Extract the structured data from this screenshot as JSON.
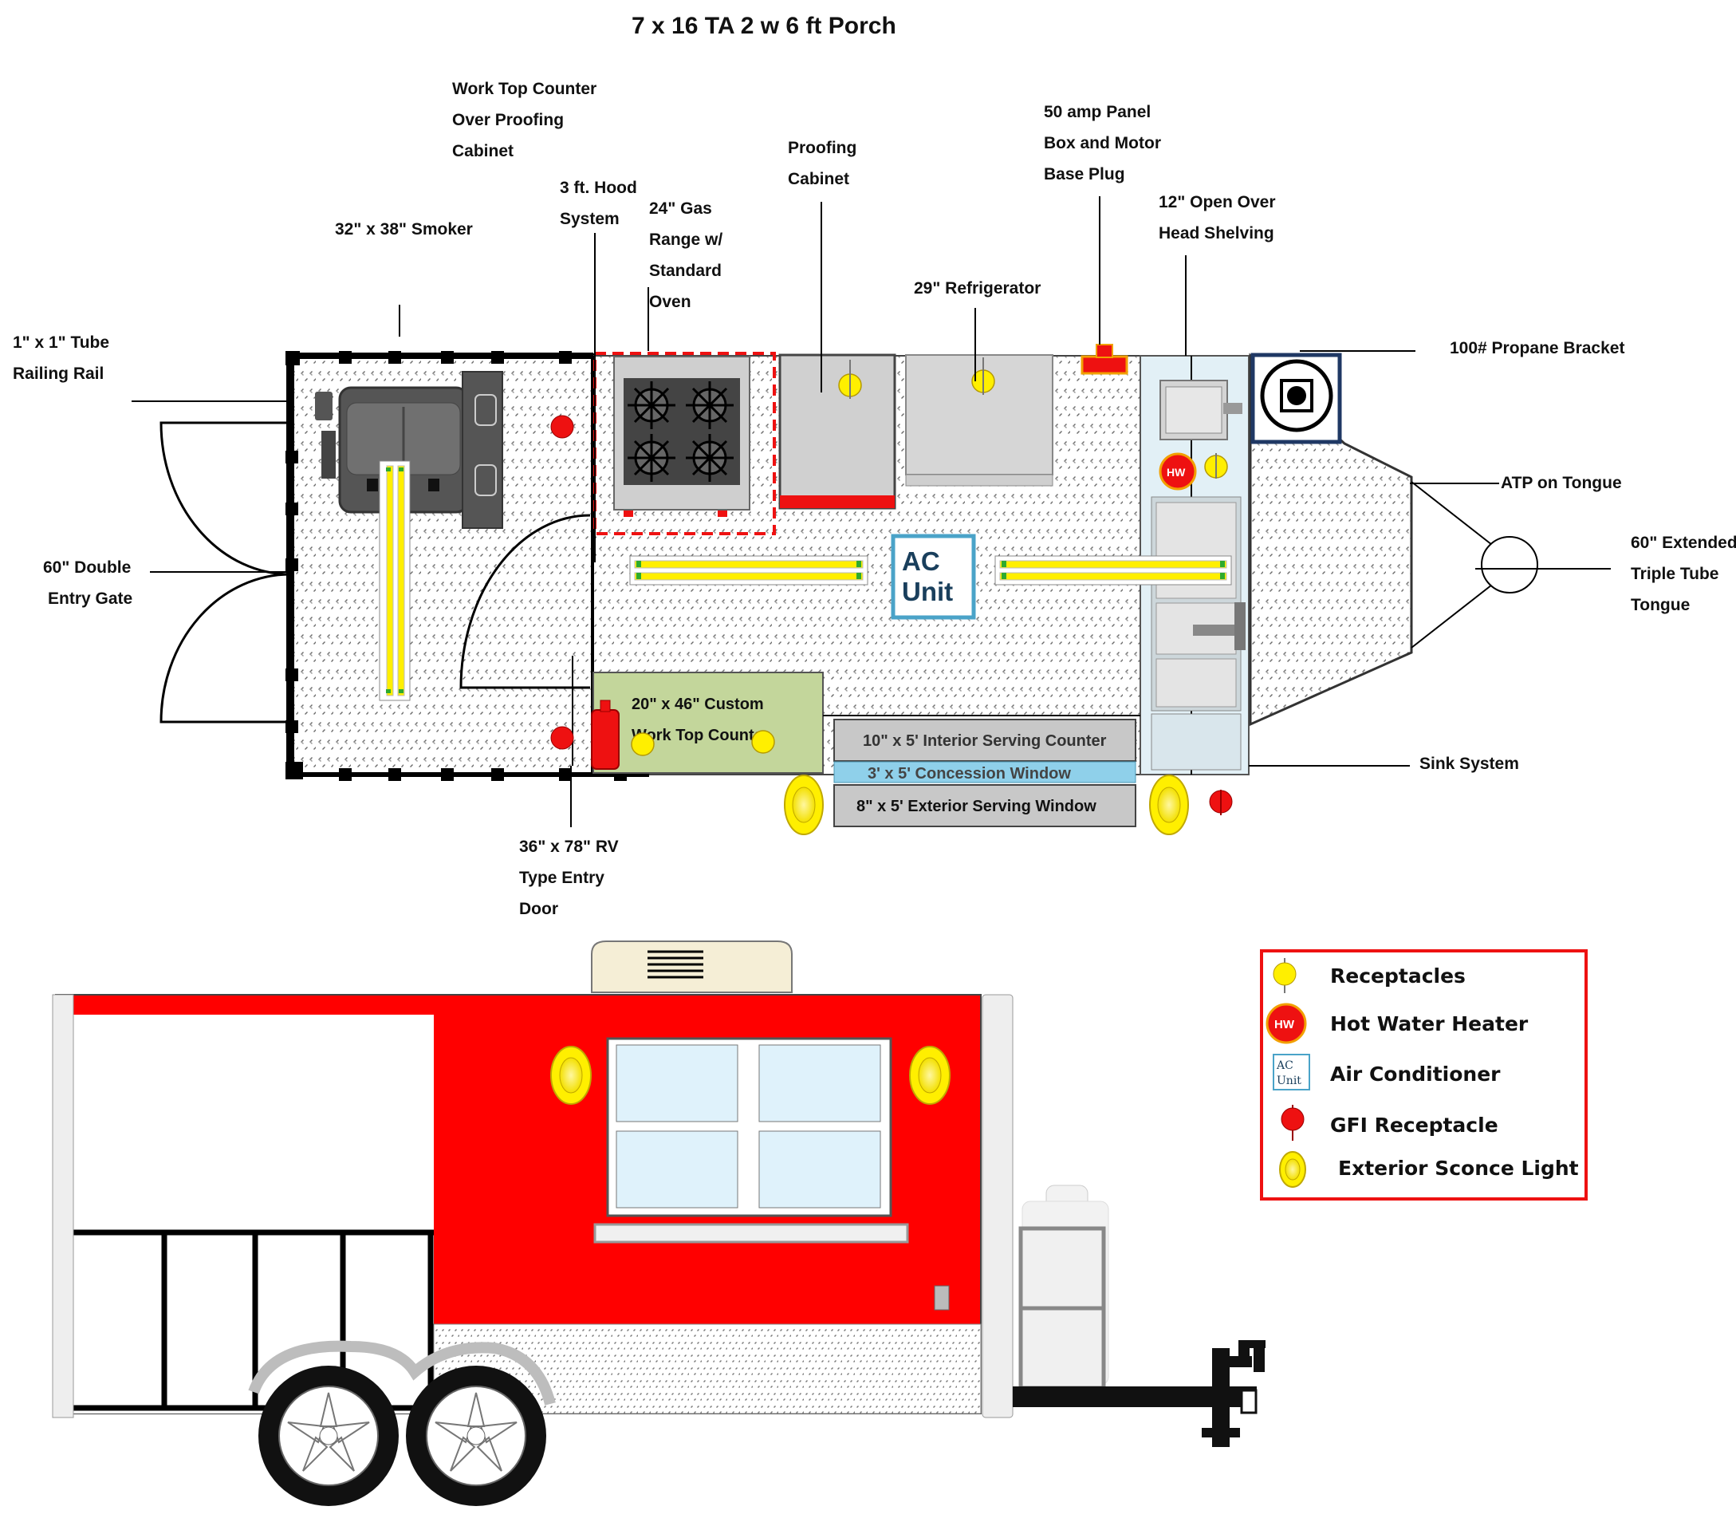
{
  "title": "7 x 16 TA 2 w 6 ft Porch",
  "callouts": {
    "railing": [
      "1\" x 1\" Tube",
      "Railing  Rail"
    ],
    "gate": [
      "60\" Double",
      "Entry Gate"
    ],
    "smoker": [
      "32\" x 38\" Smoker"
    ],
    "worktop_over": [
      "Work Top Counter",
      "Over Proofing",
      "Cabinet"
    ],
    "hood": [
      "3 ft. Hood",
      "System"
    ],
    "range": [
      "24\" Gas",
      "Range w/",
      "Standard",
      "Oven"
    ],
    "proofing": [
      "Proofing",
      "Cabinet"
    ],
    "refrigerator": [
      "29\" Refrigerator"
    ],
    "panel": [
      "50 amp Panel",
      "Box and Motor",
      "Base Plug"
    ],
    "shelving": [
      "12\" Open Over",
      "Head Shelving"
    ],
    "propane": [
      "100# Propane Bracket"
    ],
    "atp": [
      "ATP on Tongue"
    ],
    "tongue": [
      "60\" Extended",
      "Triple Tube",
      "Tongue"
    ],
    "sink": [
      "Sink System"
    ],
    "door": [
      "36\" x 78\" RV",
      "Type Entry",
      "Door"
    ]
  },
  "inline_labels": {
    "ac_unit": [
      "AC",
      "Unit"
    ],
    "custom_counter": [
      "20\" x 46\" Custom",
      "Work Top Counter"
    ],
    "interior_counter": "10\" x 5' Interior Serving Counter",
    "concession_window": "3' x 5' Concession Window",
    "exterior_window": "8\" x 5' Exterior Serving Window",
    "hw_badge": "HW"
  },
  "legend": {
    "items": [
      {
        "icon": "receptacle-icon",
        "label": "Receptacles"
      },
      {
        "icon": "hot-water-heater-icon",
        "label": "Hot Water Heater",
        "badge": "HW"
      },
      {
        "icon": "ac-unit-icon",
        "label": "Air Conditioner",
        "badge": [
          "AC",
          "Unit"
        ]
      },
      {
        "icon": "gfi-receptacle-icon",
        "label": "GFI Receptacle"
      },
      {
        "icon": "sconce-light-icon",
        "label": "Exterior Sconce Light"
      }
    ]
  },
  "colors": {
    "trailer_red": "#ff0000",
    "receptacle_yellow": "#ffef00",
    "gfi_red": "#ee1111",
    "ac_border": "#4aa3c8",
    "counter_green": "#c3d69b",
    "serving_gray": "#c8c8c8",
    "window_blue": "#8fd0ea",
    "propane_navy": "#1f3864"
  }
}
